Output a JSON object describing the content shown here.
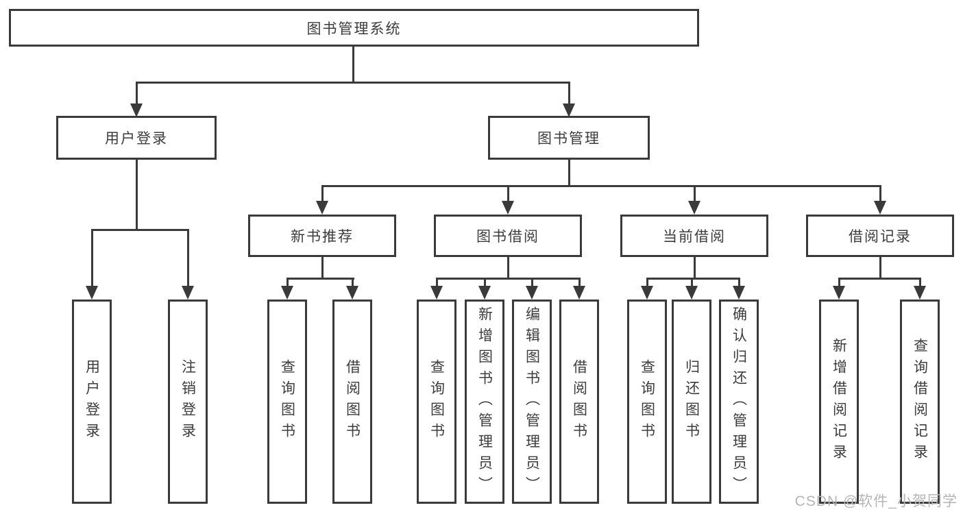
{
  "diagram": {
    "root": "图书管理系统",
    "branches": [
      {
        "label": "用户登录",
        "leaves": [
          "用户登录",
          "注销登录"
        ]
      },
      {
        "label": "图书管理",
        "children": [
          {
            "label": "新书推荐",
            "leaves": [
              "查询图书",
              "借阅图书"
            ]
          },
          {
            "label": "图书借阅",
            "leaves": [
              "查询图书",
              "新增图书（管理员）",
              "编辑图书（管理员）",
              "借阅图书"
            ]
          },
          {
            "label": "当前借阅",
            "leaves": [
              "查询图书",
              "归还图书",
              "确认归还（管理员）"
            ]
          },
          {
            "label": "借阅记录",
            "leaves": [
              "新增借阅记录",
              "查询借阅记录"
            ]
          }
        ]
      }
    ],
    "colors": {
      "line": "#3a3a3a",
      "text": "#3c3c3c",
      "watermark": "#b5b5b5"
    }
  },
  "watermark": "CSDN @软件_小贺同学"
}
